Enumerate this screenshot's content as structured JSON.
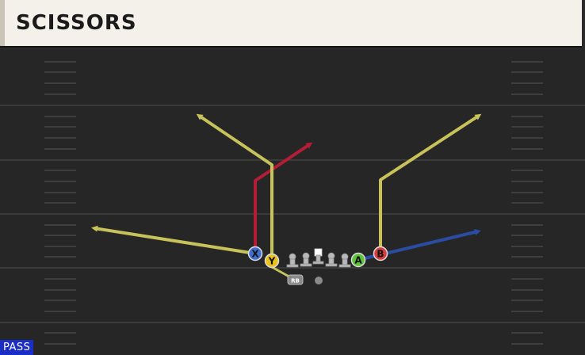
{
  "play": {
    "name": "SCISSORS",
    "type": "PASS"
  },
  "players": [
    {
      "id": "X",
      "label": "X",
      "color": "#3f6fd1"
    },
    {
      "id": "Y",
      "label": "Y",
      "color": "#e9c21f"
    },
    {
      "id": "A",
      "label": "A",
      "color": "#5fc23b"
    },
    {
      "id": "B",
      "label": "B",
      "color": "#d63e3e"
    },
    {
      "id": "RB",
      "label": "RB",
      "color": "#8a8a8a"
    }
  ],
  "route_colors": {
    "yellow": "#c8c25a",
    "red": "#b51c36",
    "blue": "#2a4da3"
  },
  "field_colors": {
    "turf": "#262626",
    "yard_line": "#3a3a3a",
    "hash": "#4a4a4a"
  }
}
